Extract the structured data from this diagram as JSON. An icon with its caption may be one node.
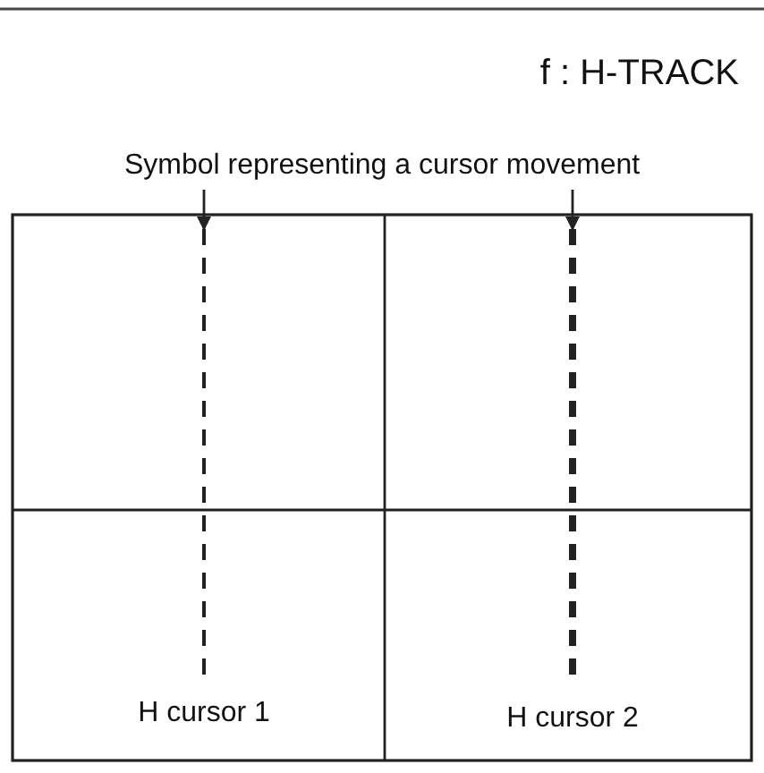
{
  "diagram": {
    "title": "f : H-TRACK",
    "nodes": [
      {
        "text": [
          "Symbol representing a cursor movement"
        ]
      },
      {
        "text": [],
        "shape": "line"
      },
      {
        "text": [],
        "shape": "line"
      }
    ],
    "edges": [
      {
        "from": 0,
        "to": 1,
        "arrow": "to"
      },
      {
        "from": 0,
        "to": 2,
        "arrow": "to"
      }
    ],
    "labels": [
      "H cursor 1",
      "H cursor 2"
    ]
  }
}
